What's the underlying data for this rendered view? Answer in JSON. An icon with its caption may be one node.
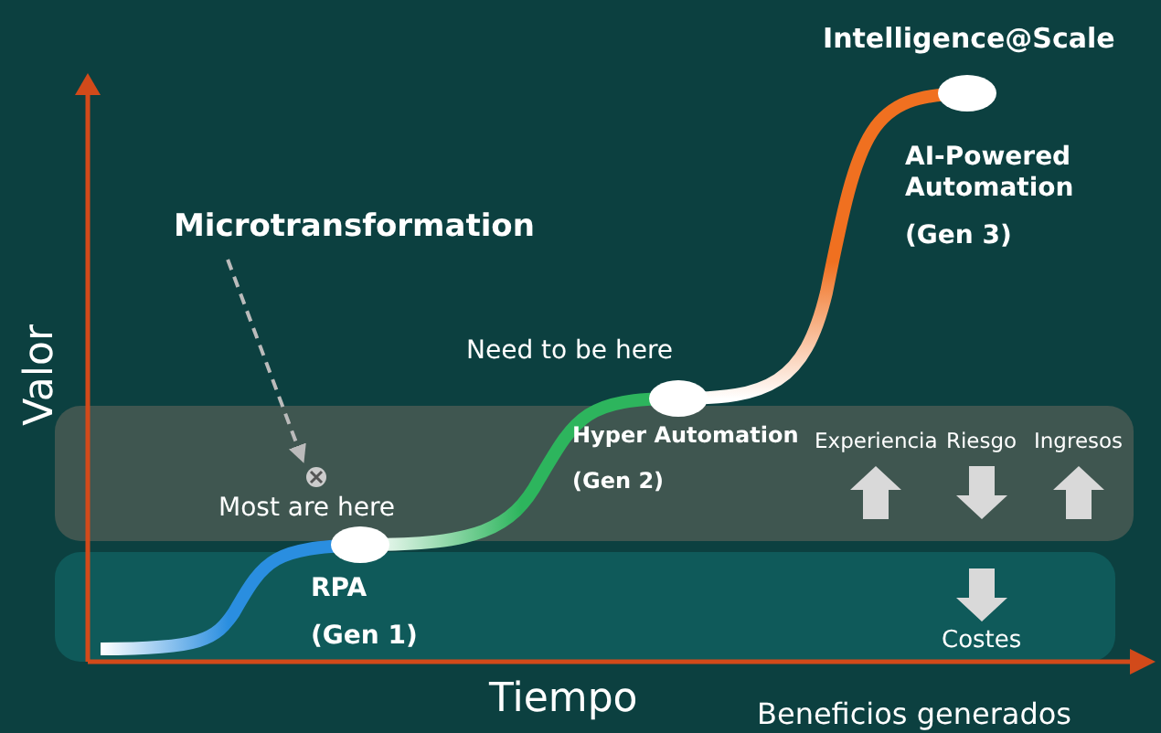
{
  "diagram": {
    "nodes": [
      {
        "text": [
          "Microtransformation"
        ]
      },
      {
        "text": [],
        "shape": "circle",
        "beside": [
          "Most are here"
        ]
      }
    ],
    "edges": [
      {
        "from": 0,
        "to": 1,
        "arrow": "to",
        "style": "dashed"
      }
    ],
    "labels": [
      "Intelligence@Scale",
      "AI-Powered Automation",
      "(Gen 3)",
      "Valor",
      "Need to be here",
      "Hyper Automation",
      "(Gen 2)",
      "Experiencia",
      "Riesgo",
      "Ingresos",
      "RPA",
      "(Gen 1)",
      "Costes",
      "Tiempo",
      "Beneficios generados"
    ]
  }
}
